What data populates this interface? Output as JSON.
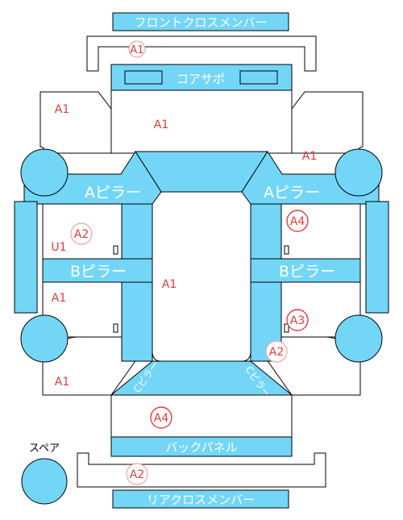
{
  "colors": {
    "panel_fill": "#73d6f7",
    "line": "#000000",
    "mark": "#e03c3c",
    "mark_light": "#f2a3a3",
    "panel_text": "#ffffff"
  },
  "parts": {
    "front_cross_member": "フロントクロスメンバー",
    "core_support": "コアサポ",
    "a_pillar_left": "Aピラー",
    "a_pillar_right": "Aピラー",
    "b_pillar_left": "Bピラー",
    "b_pillar_right": "Bピラー",
    "back_panel": "バックパネル",
    "rear_cross_member": "リアクロスメンバー",
    "spare": "スペア",
    "c_pillar_left": "Cピラー",
    "c_pillar_right": "Cピラー"
  },
  "marks": {
    "front_cross_member": "A1",
    "front_left_apron": "A1",
    "front_center": "A1",
    "front_right_apron": "A1",
    "left_front_door_state": "A2",
    "left_front_door_mark": "U1",
    "right_front_door": "A4",
    "center_floor": "A1",
    "left_rear_door": "A1",
    "right_rear_door": "A3",
    "right_rear_quarter": "A2",
    "left_rear_quarter": "A1",
    "trunk_floor": "A4",
    "rear_cross_member": "A2"
  }
}
